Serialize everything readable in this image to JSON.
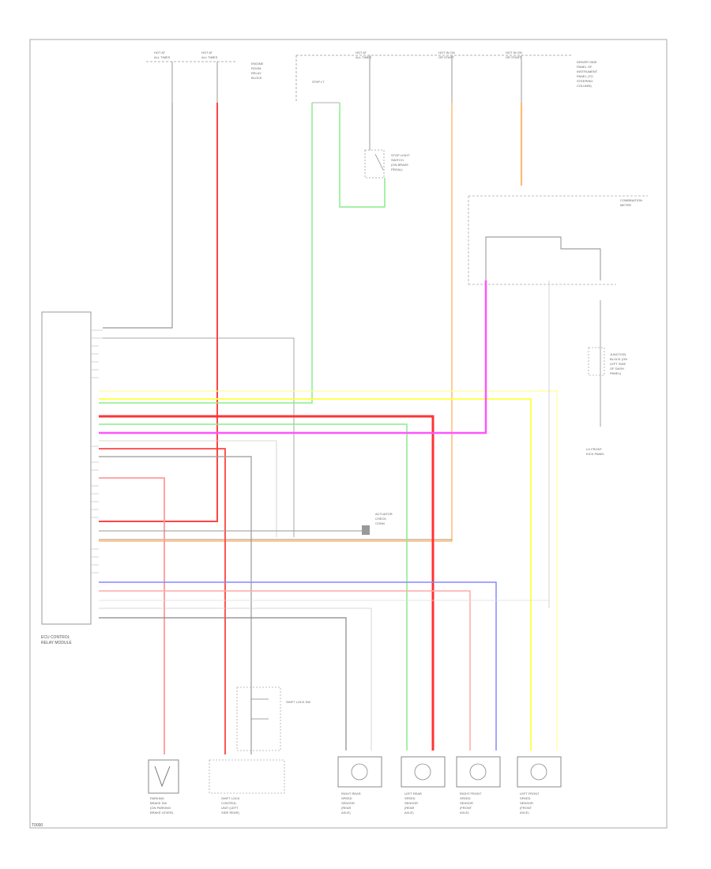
{
  "diagram": {
    "module_label": [
      "ECU CONTROL",
      "RELAY MODULE"
    ],
    "page_code": "T0000",
    "fuses": [
      {
        "name": "fuse-hot-run-1",
        "lines": [
          "HOT AT",
          "ALL TIMES"
        ]
      },
      {
        "name": "fuse-hot-run-2",
        "lines": [
          "HOT AT",
          "ALL TIMES"
        ]
      },
      {
        "name": "fuse-hot-run-3",
        "lines": [
          "HOT AT",
          "ALL TIMES"
        ]
      },
      {
        "name": "fuse-hot-acc-1",
        "lines": [
          "HOT IN ON",
          "OR START"
        ]
      },
      {
        "name": "fuse-hot-acc-2",
        "lines": [
          "HOT IN ON",
          "OR START"
        ]
      }
    ],
    "switch_labels": {
      "top_right": [
        "DRIVER SIDE",
        "PANEL OF",
        "INSTRUMENT",
        "PANEL (TO",
        "STEERING",
        "COLUMN)"
      ],
      "upper_mid": [
        "STOP LIGHT",
        "SWITCH",
        "(ON BRAKE",
        "PEDAL)"
      ],
      "right_mid": [
        "COMBINATION",
        "METER"
      ],
      "right_lower": [
        "JUNCTION",
        "BLOCK (ON",
        "LEFT SIDE",
        "OF DASH",
        "PANEL)"
      ],
      "ground": [
        "LH FRONT",
        "KICK PANEL"
      ],
      "mid_switch": [
        "ACTUATOR",
        "CHECK",
        "CONN"
      ],
      "left_top": [
        "ENGINE",
        "ROOM",
        "RELAY",
        "BLOCK"
      ]
    },
    "bottom_components": [
      {
        "name": "parking-brake-switch",
        "lines": [
          "PARKING",
          "BRAKE SW",
          "(ON PARKING",
          "BRAKE LEVER)"
        ]
      },
      {
        "name": "shift-lock-switch",
        "lines": [
          "SHIFT LOCK",
          "CONTROL",
          "UNIT (LEFT",
          "SIDE REAR)"
        ]
      },
      {
        "name": "rr-speed-sensor",
        "lines": [
          "RIGHT REAR",
          "SPEED",
          "SENSOR",
          "(REAR",
          "AXLE)"
        ]
      },
      {
        "name": "lr-speed-sensor",
        "lines": [
          "LEFT REAR",
          "SPEED",
          "SENSOR",
          "(REAR",
          "AXLE)"
        ]
      },
      {
        "name": "rf-speed-sensor",
        "lines": [
          "RIGHT FRONT",
          "SPEED",
          "SENSOR",
          "(FRONT",
          "AXLE)"
        ]
      },
      {
        "name": "lf-speed-sensor",
        "lines": [
          "LEFT FRONT",
          "SPEED",
          "SENSOR",
          "(FRONT",
          "AXLE)"
        ]
      }
    ],
    "wire_colors": {
      "red": "#ff3333",
      "pink": "#ff9999",
      "green": "#88ee88",
      "magenta": "#ff55ff",
      "yellow": "#ffff55",
      "orange": "#ffbb77",
      "blue": "#8888ff",
      "gray": "#888888",
      "lightgray": "#bbbbbb",
      "brown": "#996633"
    }
  }
}
